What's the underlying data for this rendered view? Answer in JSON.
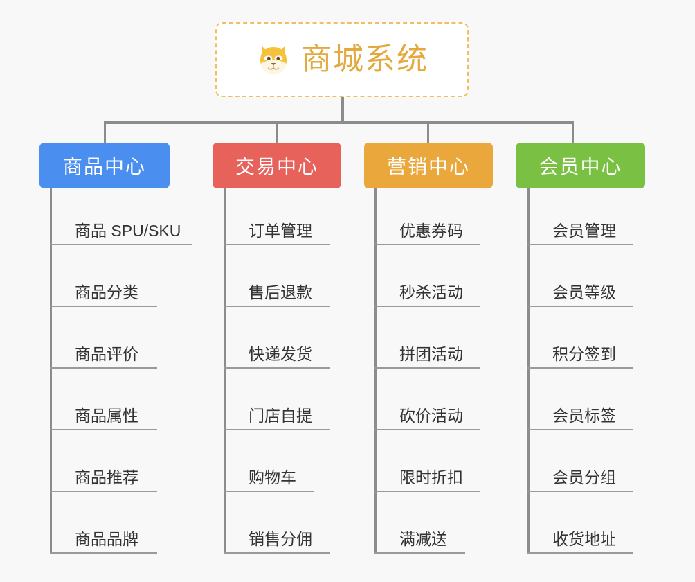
{
  "page": {
    "background_color": "#f8f8f8",
    "connector_color": "#8c8c8c",
    "leaf_line_color": "#9a9a9a",
    "leaf_text_color": "#333333"
  },
  "root": {
    "title": "商城系统",
    "icon": "shiba-dog-face-icon",
    "text_color": "#e3a93e",
    "border_color": "#f0c060",
    "background_color": "#ffffff"
  },
  "columns": [
    {
      "id": "product-center",
      "title": "商品中心",
      "color": "#4a8ef0",
      "items": [
        "商品 SPU/SKU",
        "商品分类",
        "商品评价",
        "商品属性",
        "商品推荐",
        "商品品牌"
      ]
    },
    {
      "id": "trade-center",
      "title": "交易中心",
      "color": "#e8625c",
      "items": [
        "订单管理",
        "售后退款",
        "快递发货",
        "门店自提",
        "购物车",
        "销售分佣"
      ]
    },
    {
      "id": "marketing-center",
      "title": "营销中心",
      "color": "#eaa83c",
      "items": [
        "优惠券码",
        "秒杀活动",
        "拼团活动",
        "砍价活动",
        "限时折扣",
        "满减送"
      ]
    },
    {
      "id": "member-center",
      "title": "会员中心",
      "color": "#7ac143",
      "items": [
        "会员管理",
        "会员等级",
        "积分签到",
        "会员标签",
        "会员分组",
        "收货地址"
      ]
    }
  ]
}
